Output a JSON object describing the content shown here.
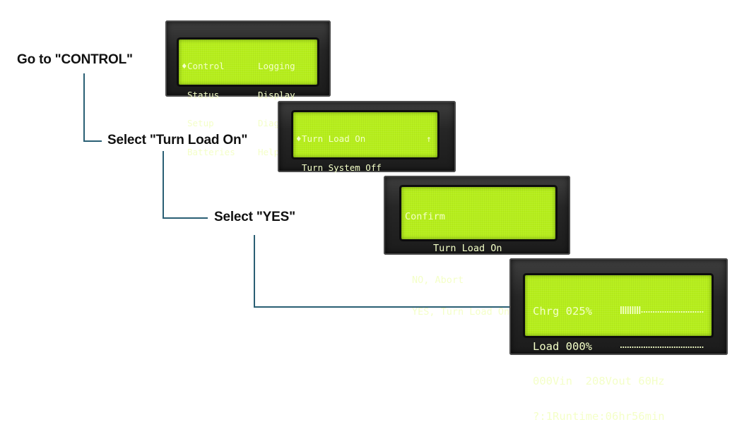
{
  "steps": [
    {
      "label": "Go to \"CONTROL\""
    },
    {
      "label": "Select \"Turn Load On\""
    },
    {
      "label": "Select \"YES\""
    }
  ],
  "screens": {
    "menu": {
      "cursor": "♦",
      "rows": [
        {
          "left": "Control",
          "right": "Logging"
        },
        {
          "left": "Status",
          "right": "Display"
        },
        {
          "left": "Setup",
          "right": "Diags"
        },
        {
          "left": "Batteries",
          "right": "Help"
        }
      ]
    },
    "control": {
      "cursor": "♦",
      "line1": "Turn Load On",
      "arrow": "↑",
      "line2": "Turn System Off"
    },
    "confirm": {
      "lines": [
        "Confirm",
        "Turn Load On",
        "NO, Abort",
        "YES, Turn Load On"
      ]
    },
    "status": {
      "chrg_label": "Chrg 025%",
      "load_label": "Load 000%",
      "line3": "000Vin  208Vout 60Hz",
      "line4": "?:1Runtime:06hr56min",
      "charge_fraction": 0.25,
      "load_fraction": 0.0
    }
  },
  "colors": {
    "lcd_background": "#b6ee1b",
    "lcd_text": "#f4ffc8",
    "connector": "#2a5f74"
  }
}
